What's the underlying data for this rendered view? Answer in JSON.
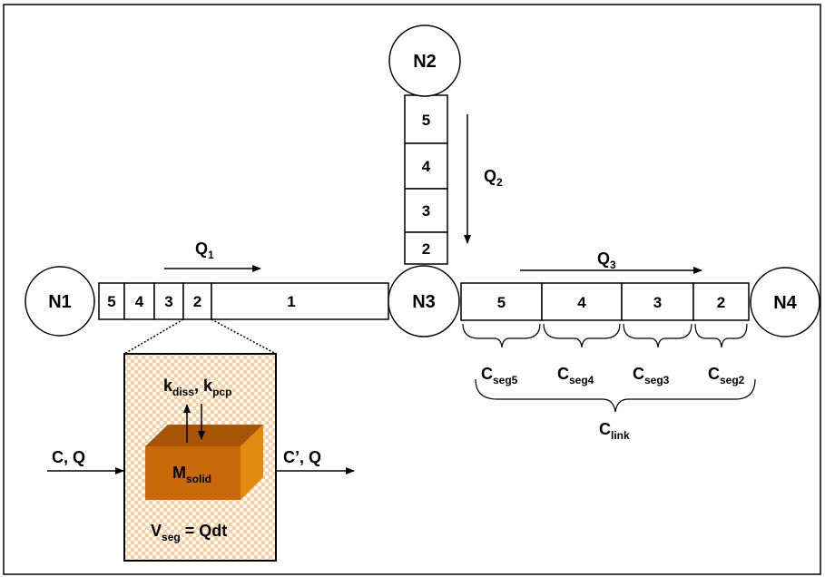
{
  "nodes": {
    "n1": "N1",
    "n2": "N2",
    "n3": "N3",
    "n4": "N4"
  },
  "pipe_n1_n3": {
    "seg5": "5",
    "seg4": "4",
    "seg3": "3",
    "seg2": "2",
    "seg1": "1"
  },
  "pipe_n2_n3": {
    "seg5": "5",
    "seg4": "4",
    "seg3": "3",
    "seg2": "2"
  },
  "pipe_n3_n4": {
    "seg5": "5",
    "seg4": "4",
    "seg3": "3",
    "seg2": "2"
  },
  "flows": {
    "q1": {
      "base": "Q",
      "sub": "1"
    },
    "q2": {
      "base": "Q",
      "sub": "2"
    },
    "q3": {
      "base": "Q",
      "sub": "3"
    }
  },
  "concentrations": {
    "seg5": {
      "base": "C",
      "sub": "seg5"
    },
    "seg4": {
      "base": "C",
      "sub": "seg4"
    },
    "seg3": {
      "base": "C",
      "sub": "seg3"
    },
    "seg2": {
      "base": "C",
      "sub": "seg2"
    },
    "link": {
      "base": "C",
      "sub": "link"
    }
  },
  "segment_detail": {
    "rates": {
      "k1": "k",
      "k1_sub": "diss",
      "sep": ", ",
      "k2": "k",
      "k2_sub": "pcp"
    },
    "solid": {
      "base": "M",
      "sub": "solid"
    },
    "inflow": "C, Q",
    "outflow": "C’, Q",
    "volume": {
      "base": "V",
      "sub": "seg",
      "rest": " = Qdt"
    }
  },
  "colors": {
    "box_fill": "#f6cf9e",
    "dot_fill": "#ffffff",
    "solid_front": "#c8690c",
    "solid_top": "#a65508",
    "solid_side": "#e08a12"
  }
}
